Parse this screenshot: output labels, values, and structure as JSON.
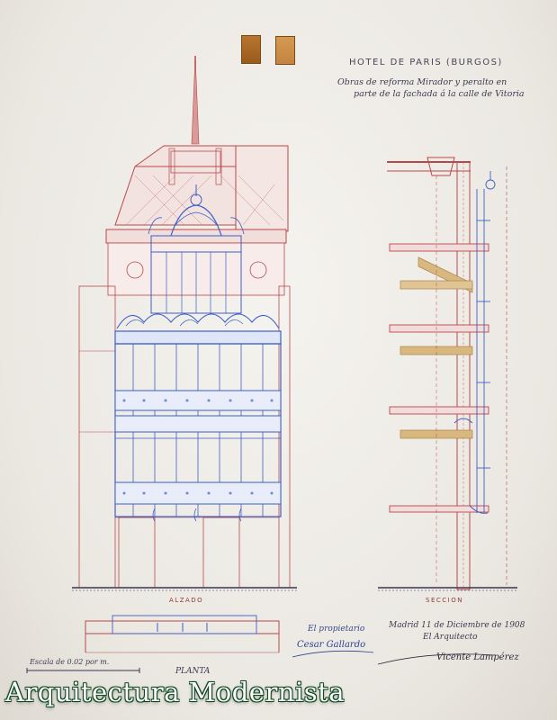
{
  "header": {
    "title": "HOTEL DE PARIS (BURGOS)",
    "subtitle_line1": "Obras de reforma Mirador y peralto en",
    "subtitle_line2": "parte de la fachada á la calle de Vitoria"
  },
  "drawings": {
    "elevation_label": "ALZADO",
    "section_label": "SECCION",
    "plan_label": "PLANTA",
    "scale_note": "Escala de 0.02 por m."
  },
  "signatures": {
    "owner_label": "El propietario",
    "owner_name": "Cesar Gallardo",
    "date_line": "Madrid 11 de Diciembre de 1908",
    "architect_label": "El Arquitecto",
    "architect_name": "Vicente Lampérez"
  },
  "watermark": {
    "text": "Arquitectura Modernista"
  },
  "colors": {
    "ink_red": "#b8484a",
    "ink_blue": "#3d5fc4",
    "ink_dark": "#3b3550",
    "wash_ochre": "#d9b880",
    "watermark_green": "#0d4a1e"
  }
}
